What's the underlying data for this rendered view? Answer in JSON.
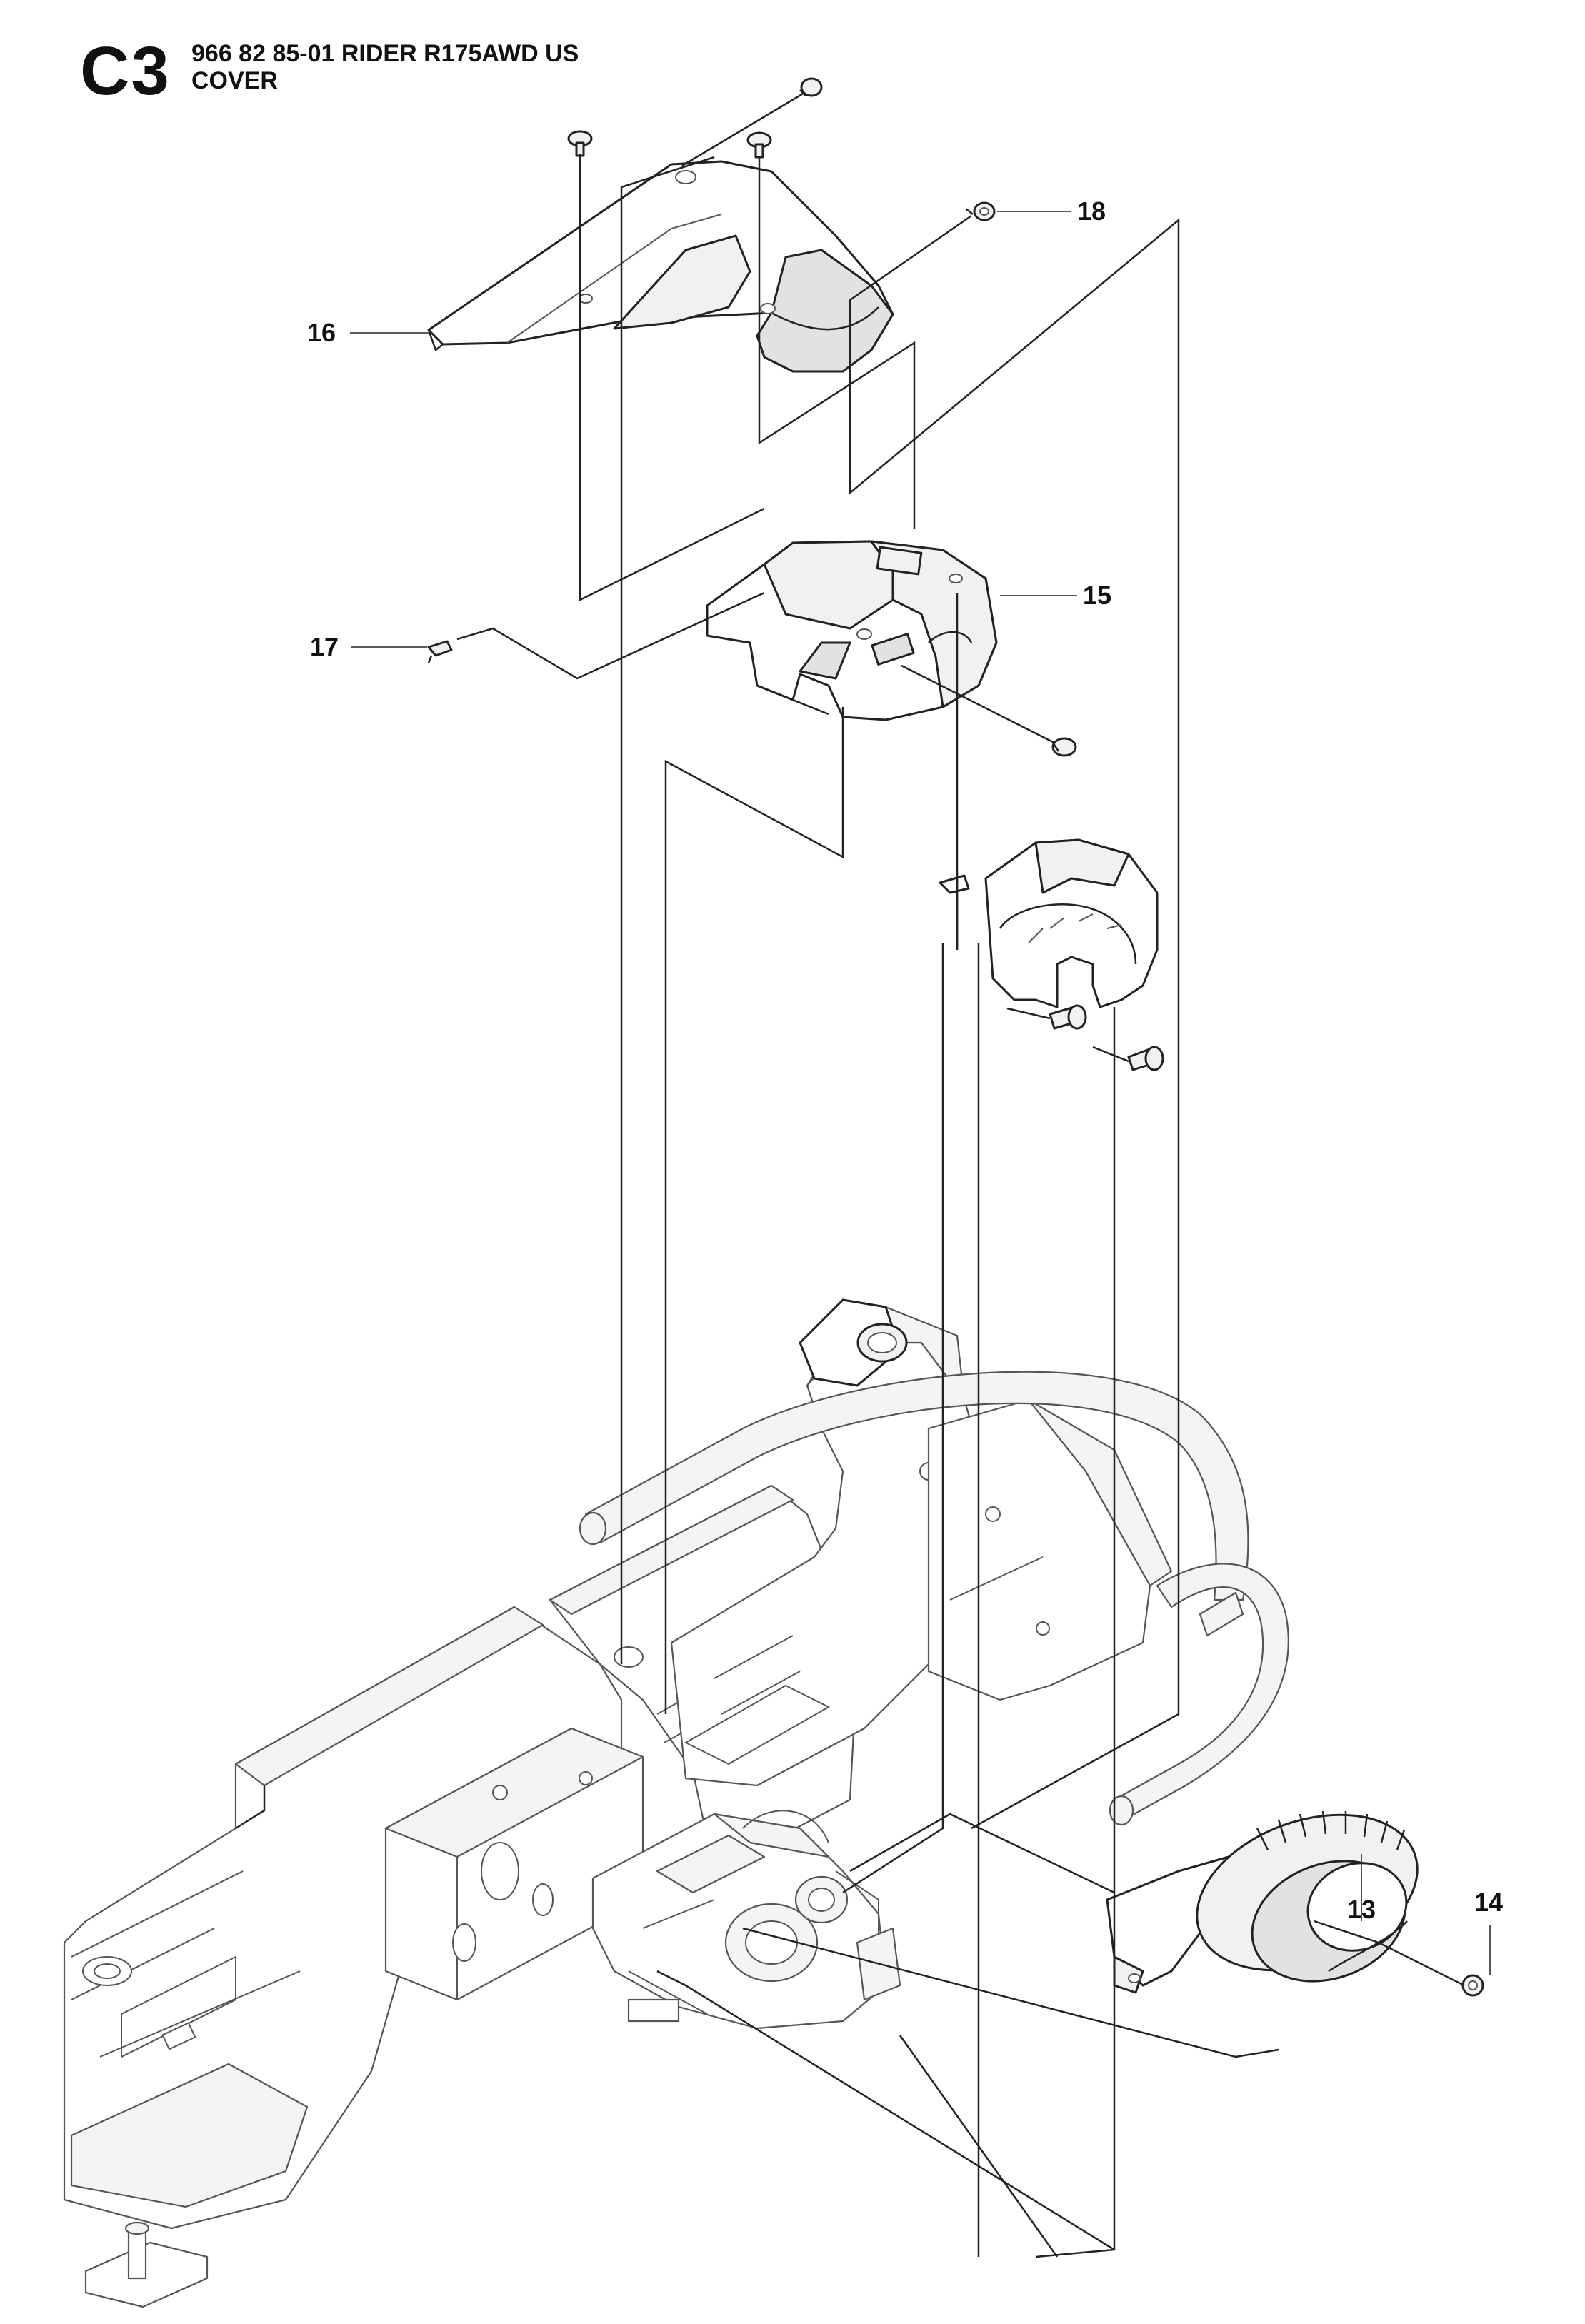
{
  "header": {
    "section_code": "C3",
    "title_line1": "966 82 85-01 RIDER R175AWD US",
    "title_line2": "COVER"
  },
  "callouts": [
    {
      "id": "13",
      "label": "13"
    },
    {
      "id": "14",
      "label": "14"
    },
    {
      "id": "15",
      "label": "15"
    },
    {
      "id": "16",
      "label": "16"
    },
    {
      "id": "17",
      "label": "17"
    },
    {
      "id": "18",
      "label": "18"
    }
  ]
}
